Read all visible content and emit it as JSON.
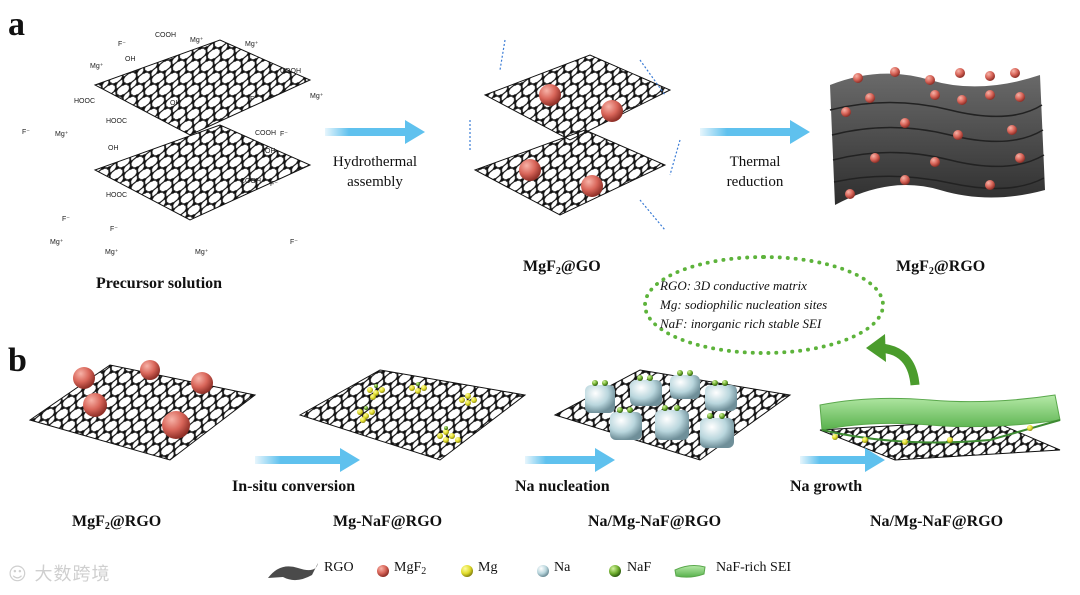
{
  "panels": {
    "a": "a",
    "b": "b"
  },
  "panel_a": {
    "captions": {
      "precursor": "Precursor solution",
      "go_prefix": "MgF",
      "go_sub": "2",
      "go_suffix": "@GO",
      "rgo_prefix": "MgF",
      "rgo_sub": "2",
      "rgo_suffix": "@RGO"
    },
    "arrows": {
      "hydrothermal_line1": "Hydrothermal",
      "hydrothermal_line2": "assembly",
      "thermal_line1": "Thermal",
      "thermal_line2": "reduction"
    },
    "chem_labels": [
      "Mg⁺",
      "F⁻",
      "Mg⁺",
      "F⁻",
      "Mg⁺",
      "F⁻",
      "Mg⁺",
      "F⁻",
      "Mg⁺",
      "F⁻",
      "Mg⁺",
      "F⁻",
      "Mg⁺",
      "F⁻",
      "Mg⁺",
      "F⁻",
      "OH",
      "OH",
      "COOH",
      "COOH",
      "HOOC",
      "HOOC",
      "COOH",
      "OH",
      "COOH",
      "HOOC",
      "OH"
    ]
  },
  "bubble": {
    "line1": "RGO: 3D conductive matrix",
    "line2": "Mg: sodiophilic nucleation sites",
    "line3": "NaF: inorganic rich stable SEI"
  },
  "panel_b": {
    "captions": {
      "c1_prefix": "MgF",
      "c1_sub": "2",
      "c1_suffix": "@RGO",
      "c2": "Mg-NaF@RGO",
      "c3": "Na/Mg-NaF@RGO",
      "c4": "Na/Mg-NaF@RGO"
    },
    "arrows": {
      "a1": "In-situ conversion",
      "a2": "Na nucleation",
      "a3": "Na growth"
    }
  },
  "legend": {
    "rgo": "RGO",
    "mgf2_prefix": "MgF",
    "mgf2_sub": "2",
    "mg": "Mg",
    "na": "Na",
    "naf": "NaF",
    "sei": "NaF-rich SEI"
  },
  "colors": {
    "mgf2": "#d9665a",
    "mg": "#e0dc2a",
    "na": "#b9d6dd",
    "naf": "#6fae2e",
    "sei": "#7ccf73",
    "arrow": "#5fc1ee",
    "sheet": "#4a4a4a"
  },
  "watermark": "大数跨境"
}
